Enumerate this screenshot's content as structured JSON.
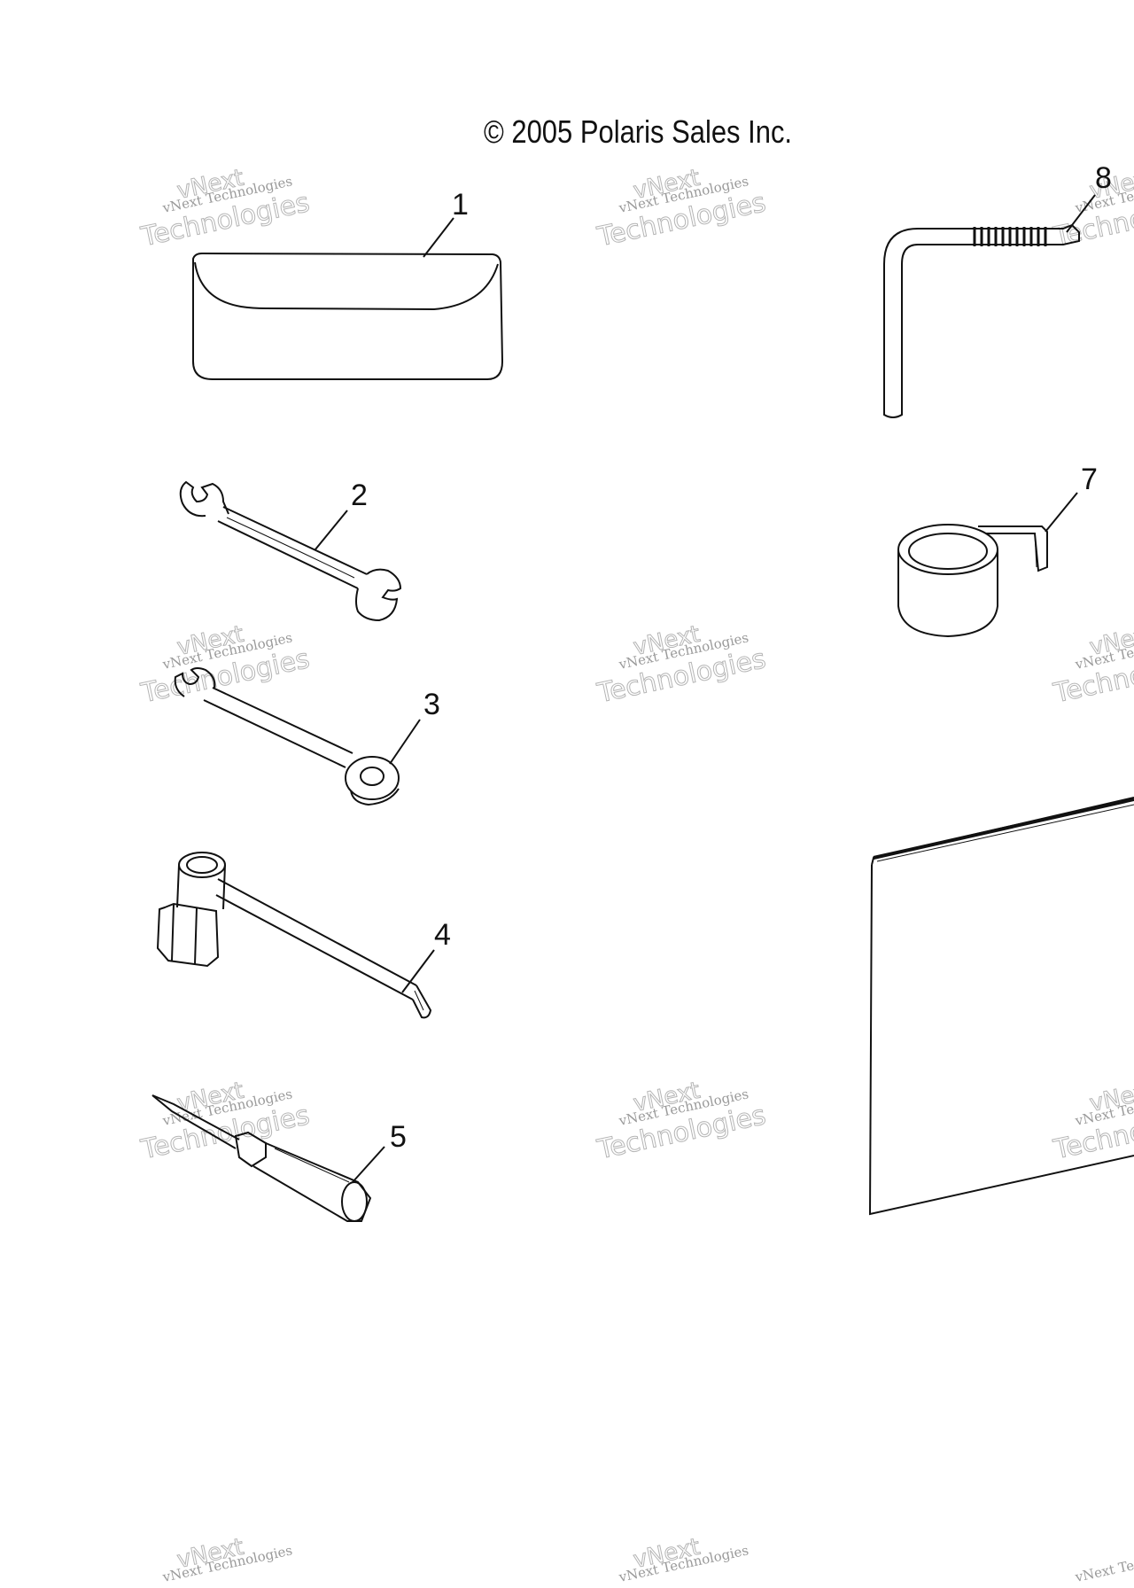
{
  "copyright": "© 2005 Polaris Sales Inc.",
  "watermark": {
    "line1": "vNext Technologies",
    "line2": "Technologies",
    "line3": "vNext"
  },
  "callouts": {
    "c1": "1",
    "c2": "2",
    "c3": "3",
    "c4": "4",
    "c5": "5",
    "c7": "7",
    "c8": "8"
  },
  "parts": [
    {
      "ref": "1",
      "icon": "tool-pouch-icon"
    },
    {
      "ref": "2",
      "icon": "open-end-wrench-icon"
    },
    {
      "ref": "3",
      "icon": "combination-wrench-icon"
    },
    {
      "ref": "4",
      "icon": "spark-plug-socket-wrench-icon"
    },
    {
      "ref": "5",
      "icon": "screwdriver-icon"
    },
    {
      "ref": "7",
      "icon": "tape-roll-icon"
    },
    {
      "ref": "8",
      "icon": "hex-key-icon"
    }
  ]
}
